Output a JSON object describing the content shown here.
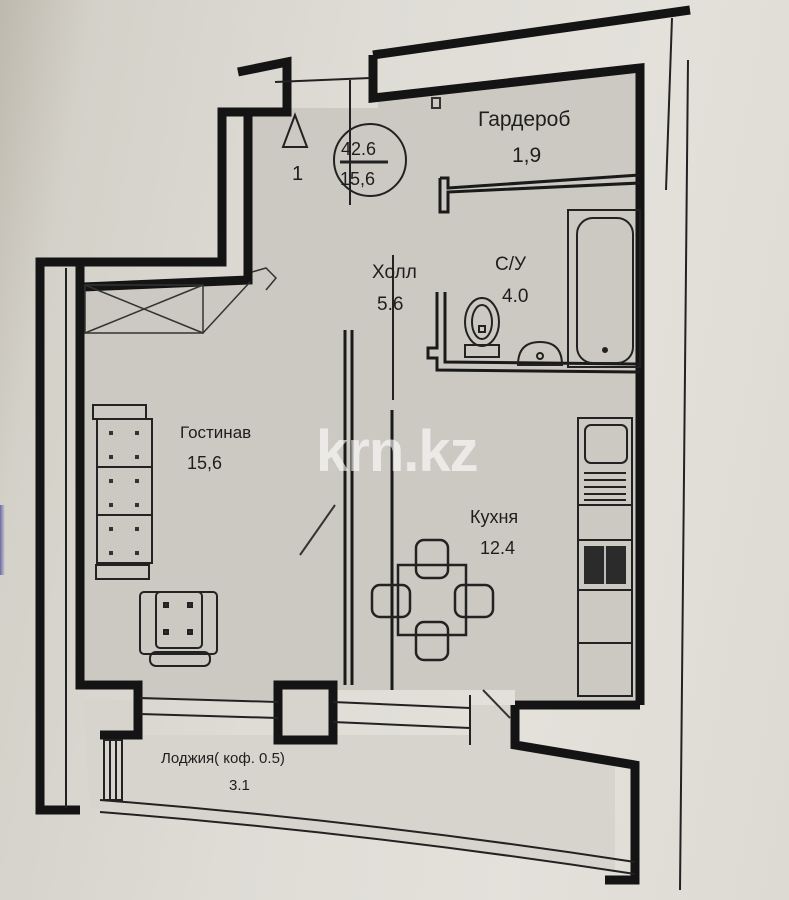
{
  "plan": {
    "unit_marker": {
      "number": "1",
      "total_area": "42.6",
      "living_area": "15,6"
    },
    "rooms": [
      {
        "name": "Гардероб",
        "area": "1,9"
      },
      {
        "name": "Холл",
        "area": "5.6"
      },
      {
        "name": "С/У",
        "area": "4.0"
      },
      {
        "name": "Гостинав",
        "area": "15,6"
      },
      {
        "name": "Кухня",
        "area": "12.4"
      },
      {
        "name": "Лоджия( коф. 0.5)",
        "area": "3.1"
      }
    ],
    "watermark": "krn.kz",
    "colors": {
      "wall": "#141414",
      "floor": "#cfcdc6",
      "paper": "#e2e0d9"
    }
  }
}
